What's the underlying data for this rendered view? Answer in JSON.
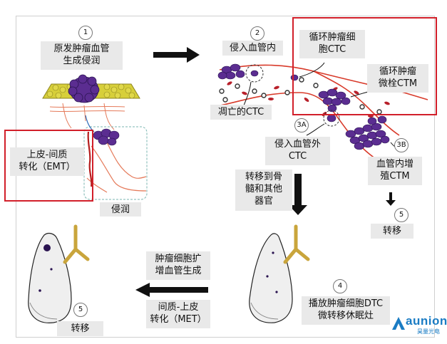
{
  "steps": {
    "s1": {
      "num": "1",
      "label": "原发肿瘤血管\n生成侵润"
    },
    "s2": {
      "num": "2",
      "label": "侵入血管内"
    },
    "s3a": {
      "num": "3A",
      "label": "侵入血管外\nCTC"
    },
    "s3b": {
      "num": "3B",
      "label": "血管内增\n殖CTM"
    },
    "s4": {
      "num": "4",
      "label": "播放肿瘤细胞DTC\n微转移休眠灶"
    },
    "s5_right": {
      "num": "5",
      "label": "转移"
    },
    "s5_left": {
      "num": "5",
      "label": "转移"
    }
  },
  "labels": {
    "ctc": "循环肿瘤细\n胞CTC",
    "ctm": "循环肿瘤\n微栓CTM",
    "apoptotic": "凋亡的CTC",
    "emt": "上皮-间质\n转化（EMT）",
    "invasion": "侵润",
    "bone_marrow": "转移到骨\n髓和其他\n器官",
    "angiogenesis": "肿瘤细胞扩\n增血管生成",
    "met": "间质-上皮\n转化（MET）"
  },
  "watermark": {
    "brand": "aunion",
    "sub": "昊量光电"
  },
  "colors": {
    "highlight": "#d21f2a",
    "tumor": "#5b2d91",
    "vessel": "#d83a2a",
    "lung": "#eeeeee",
    "bronchus": "#c9a53c",
    "watermark": "#1a7cc4"
  }
}
